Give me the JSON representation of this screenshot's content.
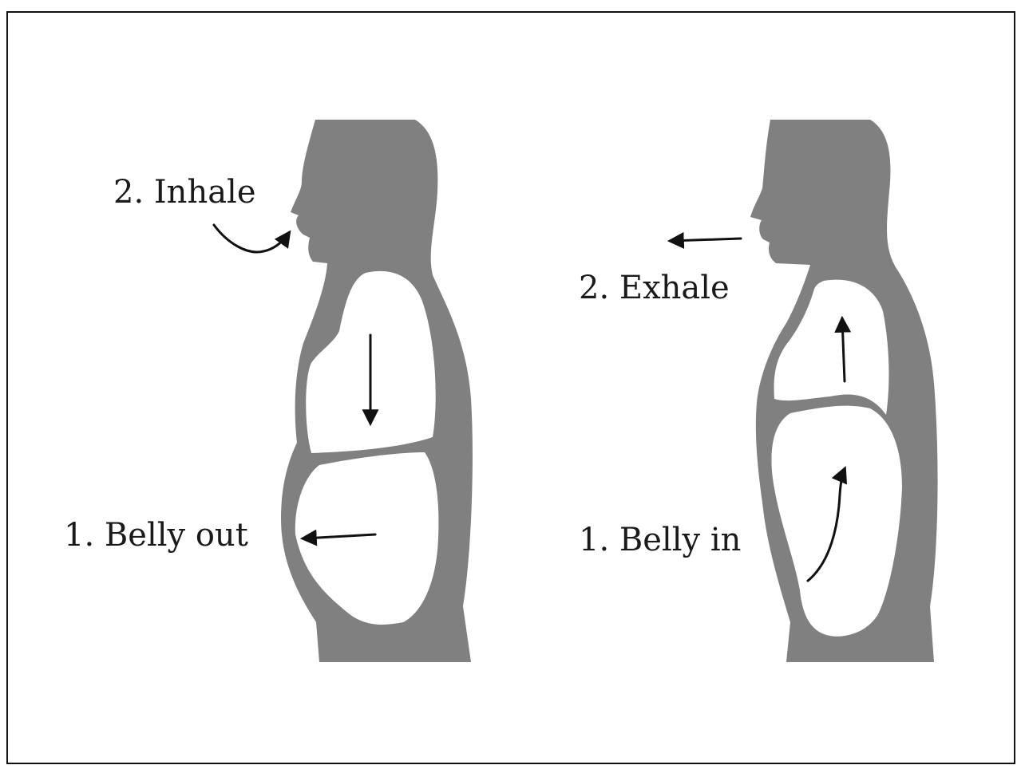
{
  "figures": [
    {
      "id": "inhale",
      "labels": {
        "breath": "2. Inhale",
        "belly": "1. Belly out"
      }
    },
    {
      "id": "exhale",
      "labels": {
        "breath": "2. Exhale",
        "belly": "1. Belly in"
      }
    }
  ],
  "colors": {
    "silhouette": "#808080",
    "cavity": "#ffffff",
    "arrow": "#111111",
    "frame": "#111111"
  },
  "icons": {
    "arrow": "arrow-icon"
  }
}
